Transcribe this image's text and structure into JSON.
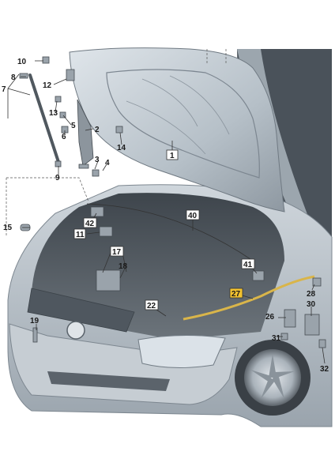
{
  "callouts": {
    "c1": "1",
    "c2": "2",
    "c3": "3",
    "c4": "4",
    "c5": "5",
    "c6": "6",
    "c7": "7",
    "c8": "8",
    "c9": "9",
    "c10": "10",
    "c11": "11",
    "c12": "12",
    "c13": "13",
    "c14": "14",
    "c15": "15",
    "c17": "17",
    "c18": "18",
    "c19": "19",
    "c22": "22",
    "c26": "26",
    "c27": "27",
    "c28": "28",
    "c30": "30",
    "c31": "31",
    "c32": "32",
    "c40": "40",
    "c41": "41",
    "c42": "42"
  },
  "colors": {
    "highlight_part": "#d9b54a",
    "highlight_label": "#f2c230",
    "bonnet": "#c3ccd4",
    "body": "#b8c1c9",
    "engine_bay": "#5a626a"
  }
}
